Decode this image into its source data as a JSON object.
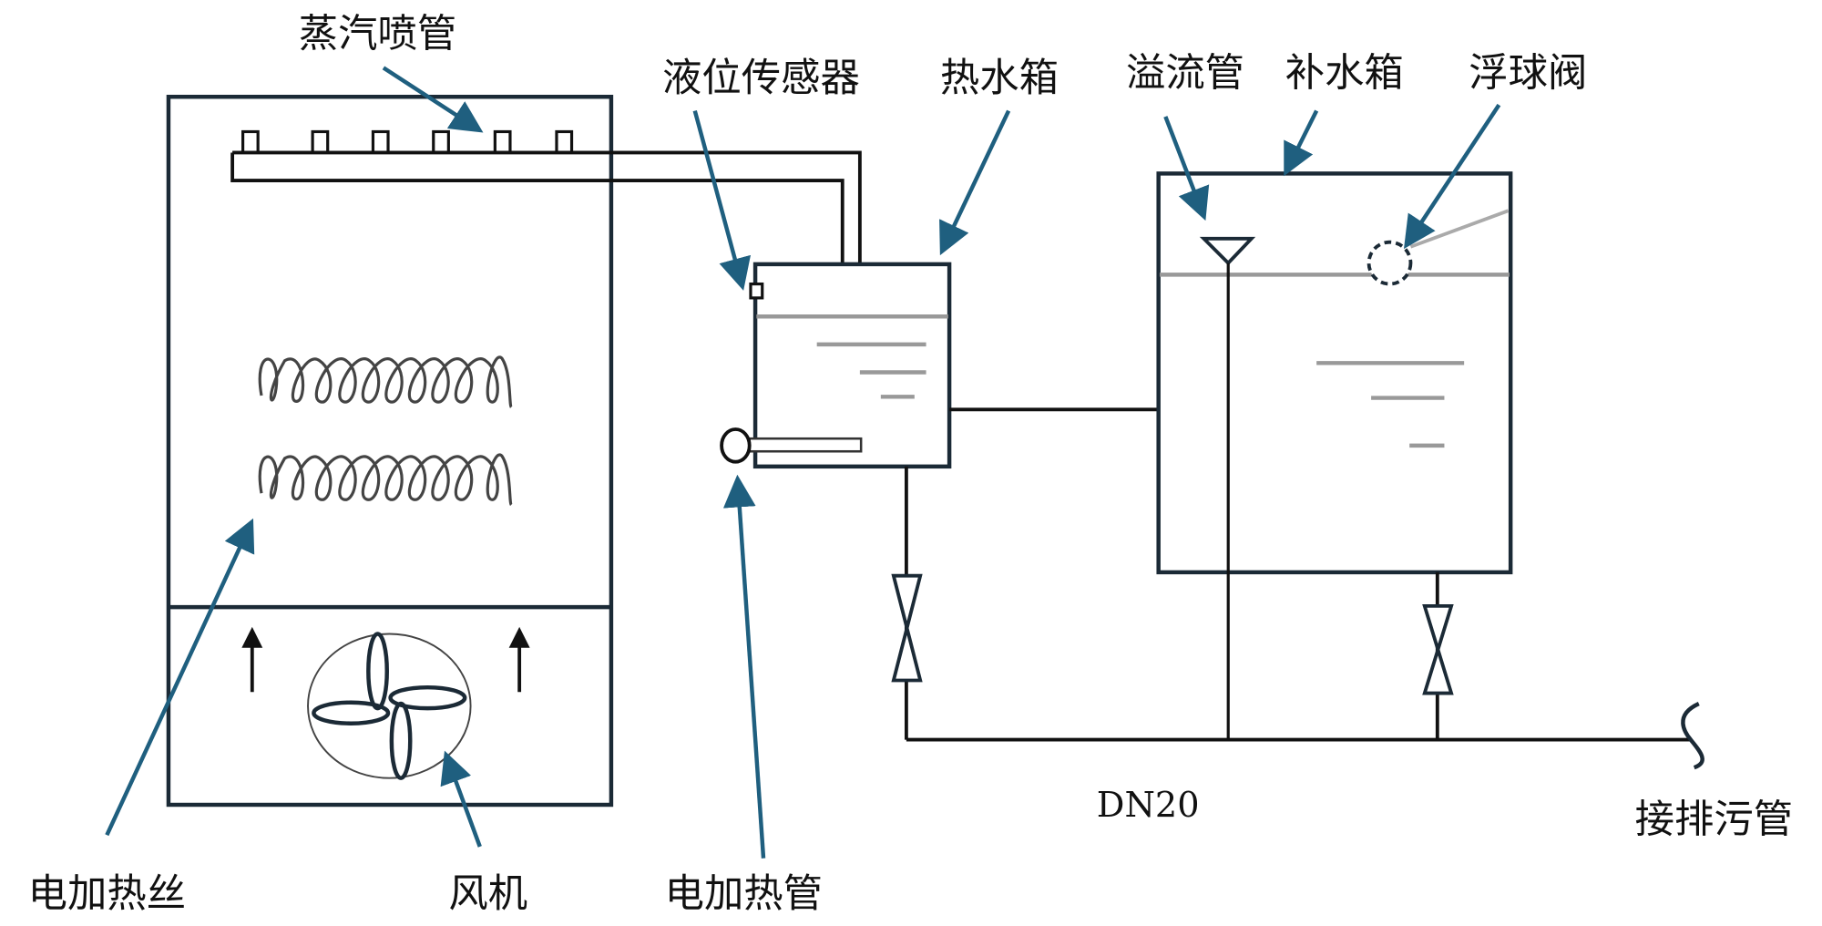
{
  "labels": {
    "steam_pipe": "蒸汽喷管",
    "level_sensor": "液位传感器",
    "hot_water_tank": "热水箱",
    "overflow_pipe": "溢流管",
    "makeup_tank": "补水箱",
    "float_valve": "浮球阀",
    "drain_pipe": "接排污管",
    "heating_wire": "电加热丝",
    "fan": "风机",
    "heating_tube": "电加热管",
    "pipe_size": "DN20"
  },
  "colors": {
    "arrow": "#1f5f7f",
    "water_line": "#999999",
    "outline": "#1b2a36"
  }
}
